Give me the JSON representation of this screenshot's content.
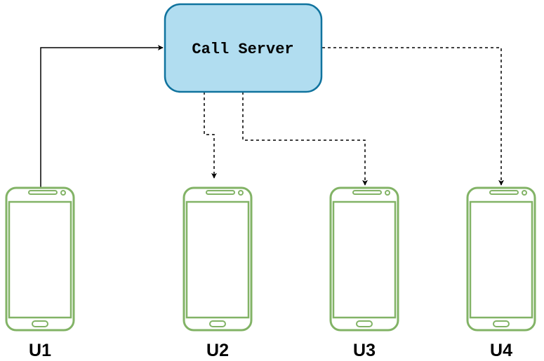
{
  "server": {
    "label": "Call Server",
    "fill": "#b1ddf0",
    "stroke": "#10739e"
  },
  "phone": {
    "stroke": "#82b366"
  },
  "users": [
    {
      "id": "u1",
      "label": "U1"
    },
    {
      "id": "u2",
      "label": "U2"
    },
    {
      "id": "u3",
      "label": "U3"
    },
    {
      "id": "u4",
      "label": "U4"
    }
  ],
  "connections": [
    {
      "from": "U1",
      "to": "Call Server",
      "style": "solid"
    },
    {
      "from": "Call Server",
      "to": "U2",
      "style": "dashed"
    },
    {
      "from": "Call Server",
      "to": "U3",
      "style": "dashed"
    },
    {
      "from": "Call Server",
      "to": "U4",
      "style": "dashed"
    }
  ]
}
